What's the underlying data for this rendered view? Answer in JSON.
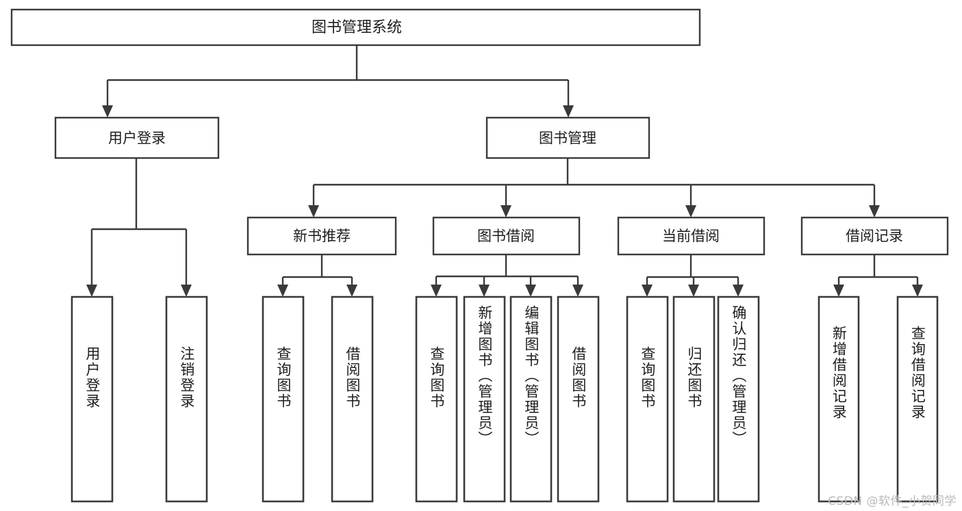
{
  "diagram": {
    "type": "tree",
    "title": "图书管理系统",
    "orientation": "top-down",
    "stroke_color": "#3a3a3a",
    "fill_color": "#ffffff",
    "text_color": "#1d1d1d",
    "levels": 4
  },
  "root": {
    "label": "图书管理系统"
  },
  "level1": [
    {
      "label": "用户登录"
    },
    {
      "label": "图书管理"
    }
  ],
  "level2": [
    {
      "label": "新书推荐"
    },
    {
      "label": "图书借阅"
    },
    {
      "label": "当前借阅"
    },
    {
      "label": "借阅记录"
    }
  ],
  "leaves": {
    "user_login": [
      {
        "label": "用户登录"
      },
      {
        "label": "注销登录"
      }
    ],
    "new_book": [
      {
        "label": "查询图书"
      },
      {
        "label": "借阅图书"
      }
    ],
    "book_borrow": [
      {
        "label": "查询图书"
      },
      {
        "label": "新增图书（管理员）"
      },
      {
        "label": "编辑图书（管理员）"
      },
      {
        "label": "借阅图书"
      }
    ],
    "current_borrow": [
      {
        "label": "查询图书"
      },
      {
        "label": "归还图书"
      },
      {
        "label": "确认归还（管理员）"
      }
    ],
    "borrow_record": [
      {
        "label": "新增借阅记录"
      },
      {
        "label": "查询借阅记录"
      }
    ]
  },
  "watermark": {
    "text": "CSDN @软件_小贺同学"
  }
}
